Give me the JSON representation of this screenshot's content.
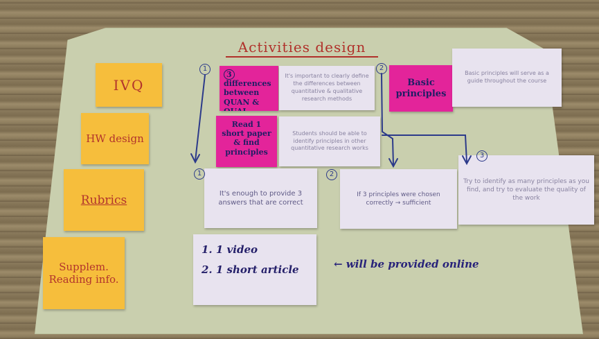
{
  "poster": {
    "title": "Activities design",
    "categories": [
      {
        "label": "IVQ"
      },
      {
        "label": "HW design"
      },
      {
        "label": "Rubrics"
      },
      {
        "label": "Supplem. Reading info."
      }
    ],
    "pink_notes": [
      {
        "step": "3",
        "label": "differences between QUAN & QUAL."
      },
      {
        "label": "Read 1 short paper & find principles"
      },
      {
        "step": "2",
        "label": "Basic principles"
      }
    ],
    "cards": [
      {
        "text": "It's important to clearly define the differences between quantitative & qualitative research methods"
      },
      {
        "text": "Students should be able to identify principles in other quantitative research works"
      },
      {
        "text": "Basic principles will serve as a guide throughout the course"
      },
      {
        "step": "1",
        "text": "It's enough to provide 3 answers that are correct"
      },
      {
        "step": "2",
        "text": "If 3 principles were chosen correctly → sufficient"
      },
      {
        "step": "3",
        "text": "Try to identify as many principles as you find, and try to evaluate the quality of the work"
      }
    ],
    "resources": {
      "items": [
        "1. 1 video",
        "2. 1 short article"
      ],
      "note": "← will be provided online"
    },
    "flow_steps": [
      "1"
    ]
  }
}
